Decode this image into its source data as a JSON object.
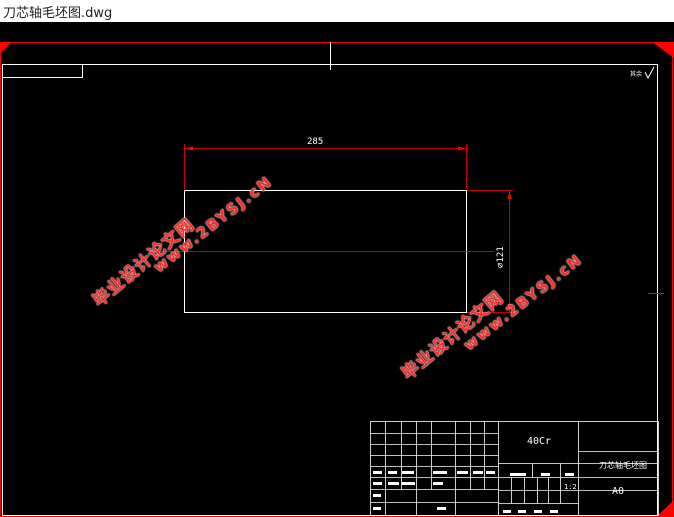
{
  "window": {
    "title": "刀芯轴毛坯图.dwg"
  },
  "drawing": {
    "dimension_length": "285",
    "dimension_diameter": "⌀121",
    "roughness_note": "其余",
    "material": "40Cr",
    "part_name": "刀芯轴毛坯图",
    "sheet_size": "A0",
    "scale": "1:2"
  },
  "watermarks": [
    {
      "cn": "毕业设计论文网",
      "url": "www.2BYSJ.cN"
    },
    {
      "cn": "毕业设计论文网",
      "url": "www.2BYSJ.cN"
    }
  ],
  "colors": {
    "frame": "#ff0000",
    "geometry": "#ffffff",
    "background": "#000000",
    "watermark": "#ff2b2b"
  }
}
